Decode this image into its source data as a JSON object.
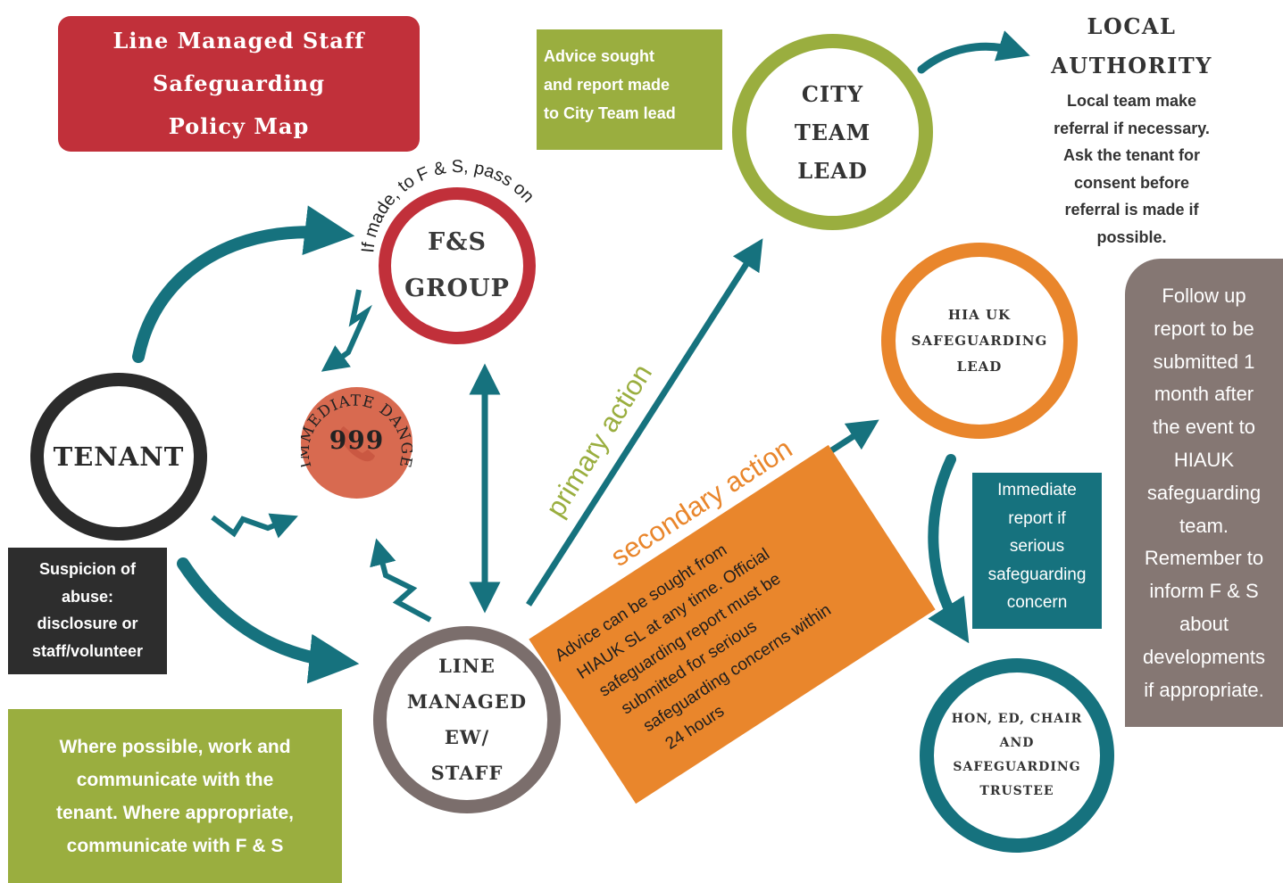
{
  "title": {
    "line1": "Line Managed Staff",
    "line2": "Safeguarding",
    "line3": "Policy Map"
  },
  "advice_box": {
    "line1": "Advice sought",
    "line2": "and report made",
    "line3": "to City Team lead"
  },
  "local_authority": {
    "title1": "LOCAL",
    "title2": "AUTHORITY",
    "lines": [
      "Local team make",
      "referral if necessary.",
      "Ask the tenant for",
      "consent before",
      "referral is made if",
      "possible."
    ]
  },
  "follow_up": {
    "lines": [
      "Follow up",
      "report to be",
      "submitted 1",
      "month after",
      "the event to",
      "HIAUK",
      "safeguarding",
      "team.",
      "Remember to",
      "inform F & S",
      "about",
      "developments",
      "if appropriate."
    ]
  },
  "suspicion": {
    "lines": [
      "Suspicion of",
      "abuse:",
      "disclosure or",
      "staff/volunteer"
    ]
  },
  "work_note": {
    "lines": [
      "Where possible, work and",
      "communicate with the",
      "tenant. Where appropriate,",
      "communicate with F & S"
    ]
  },
  "immediate_report": {
    "lines": [
      "Immediate",
      "report if",
      "serious",
      "safeguarding",
      "concern"
    ]
  },
  "nodes": {
    "tenant": "TENANT",
    "fs_group": [
      "F&S",
      "GROUP"
    ],
    "city_team_lead": [
      "CITY",
      "TEAM",
      "LEAD"
    ],
    "hia_lead": [
      "HIA UK",
      "SAFEGUARDING",
      "LEAD"
    ],
    "line_managed": [
      "LINE",
      "MANAGED",
      "EW/",
      "STAFF"
    ],
    "hon_trustee": [
      "HON, ED, CHAIR",
      "AND",
      "SAFEGUARDING",
      "TRUSTEE"
    ]
  },
  "curved_text": {
    "fs_pass_on": "If made, to F & S, pass on",
    "danger": "IMMEDIATE DANGER?"
  },
  "danger_number": "999",
  "labels": {
    "primary": "primary action",
    "secondary": "secondary action"
  },
  "orange_note": {
    "lines": [
      "Advice can be sought from",
      "HIAUK SL at any time. Official",
      "safeguarding report must be",
      "submitted for serious",
      "safeguarding concerns within",
      "24 hours"
    ]
  },
  "colors": {
    "red": "#c1303a",
    "teal": "#16727e",
    "olive": "#9aae3f",
    "orange": "#e9862c",
    "taupe": "#857773",
    "charcoal": "#2d2d2d"
  }
}
